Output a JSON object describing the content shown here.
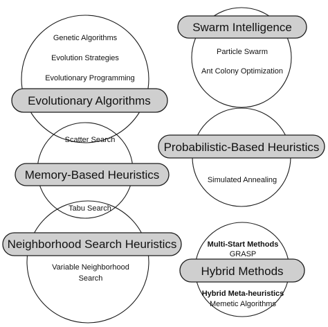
{
  "groups": {
    "evolutionary": {
      "label": "Evolutionary Algorithms",
      "items": [
        "Genetic Algorithms",
        "Evolution Strategies",
        "Evolutionary Programming"
      ]
    },
    "shared_evo_memory": "Scatter Search",
    "memory": {
      "label": "Memory-Based Heuristics"
    },
    "shared_memory_neighborhood": "Tabu Search",
    "neighborhood": {
      "label": "Neighborhood Search Heuristics",
      "items": [
        "Variable Neighborhood",
        "Search"
      ]
    },
    "swarm": {
      "label": "Swarm Intelligence",
      "items": [
        "Particle Swarm",
        "Ant Colony Optimization"
      ]
    },
    "probabilistic": {
      "label": "Probabilistic-Based Heuristics",
      "items": [
        "Simulated Annealing"
      ]
    },
    "hybrid": {
      "label": "Hybrid Methods",
      "top_items": [
        "Multi-Start Methods",
        "GRASP"
      ],
      "bottom_items": [
        "Hybrid Meta-heuristics",
        "Memetic Algorithms"
      ]
    }
  }
}
